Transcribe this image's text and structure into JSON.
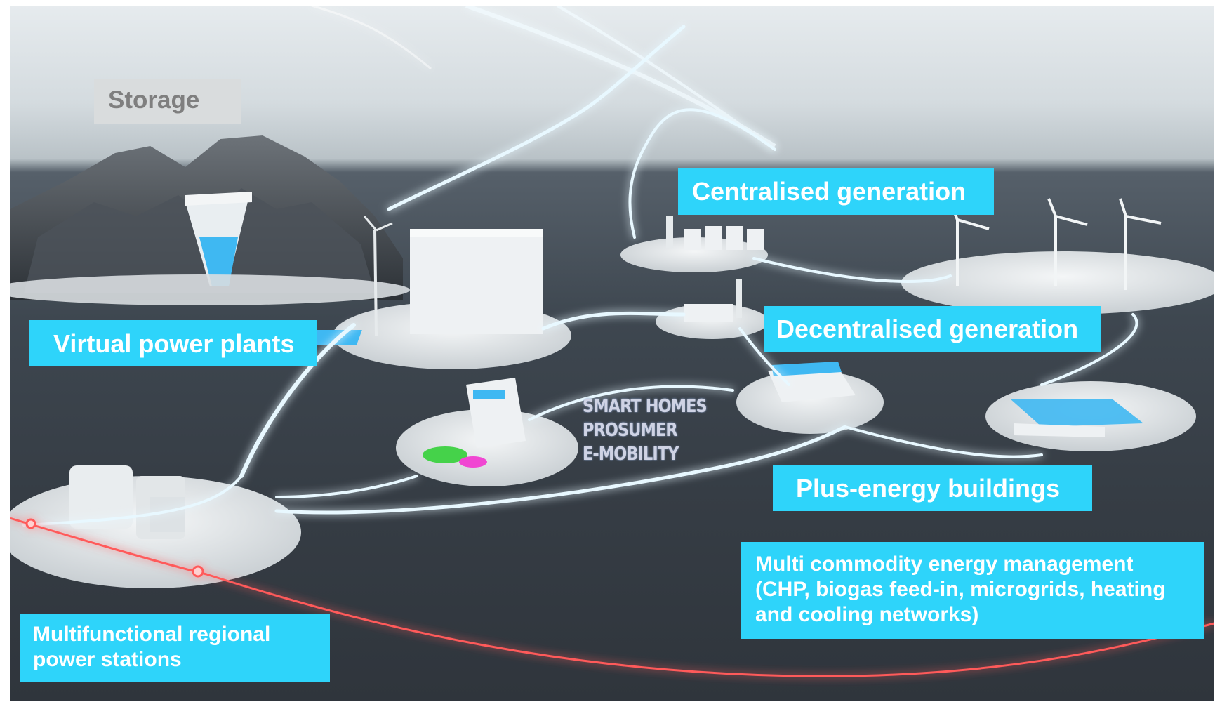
{
  "labels": {
    "storage": "Storage",
    "centralised": "Centralised generation",
    "virtual": "Virtual power plants",
    "decentralised": "Decentralised generation",
    "plus_energy": "Plus-energy buildings",
    "multifunctional": "Multifunctional regional\npower stations",
    "multi_commodity": "Multi commodity energy management\n(CHP, biogas feed-in, microgrids, heating\nand cooling networks)"
  },
  "smart_text": {
    "line1": "SMART HOMES",
    "line2": "PROSUMER",
    "line3": "E-MOBILITY"
  },
  "colors": {
    "label_background": "#2ed4fa",
    "label_text": "#ffffff",
    "storage_background": "#d9dcdd",
    "storage_text": "#7f7f7f",
    "grid_glow": "#e8f8ff",
    "red_line": "#ff5a5a"
  }
}
